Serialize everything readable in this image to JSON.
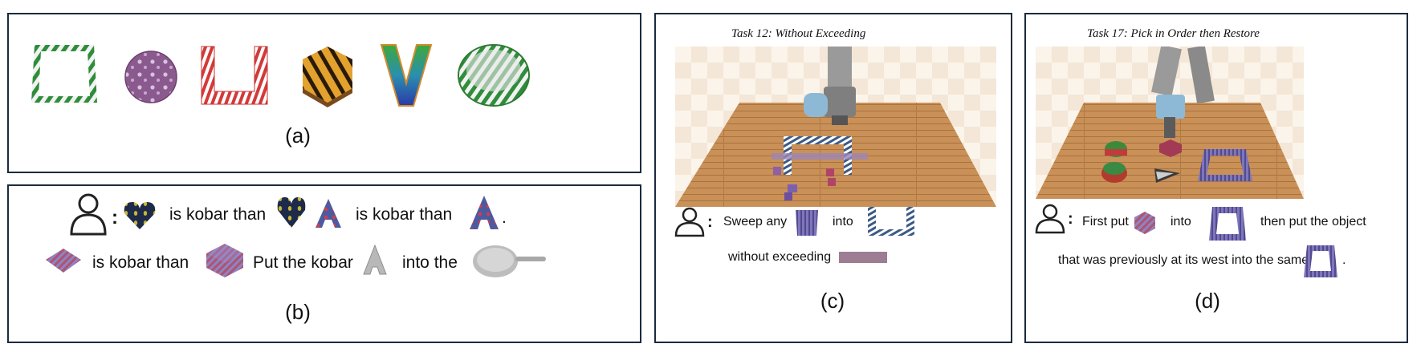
{
  "panels": {
    "a": {
      "caption": "(a)",
      "objects": [
        "green-white-square-frame",
        "purple-paisley-cylinder",
        "red-white-u-shape",
        "tiger-stripe-hexagon",
        "rainbow-letter-v",
        "green-white-bowl"
      ]
    },
    "b": {
      "caption": "(b)",
      "line1": {
        "text1": "is kobar than",
        "text2": "is kobar than",
        "period": "."
      },
      "line2": {
        "text1": "is kobar than",
        "text2": "Put the kobar",
        "text3": "into the"
      },
      "colon": ":"
    },
    "c": {
      "caption": "(c)",
      "title": "Task 12: Without Exceeding",
      "prompt": {
        "colon": ":",
        "text1": "Sweep any",
        "text2": "into",
        "text3": "without exceeding"
      }
    },
    "d": {
      "caption": "(d)",
      "title": "Task 17: Pick in Order then Restore",
      "prompt": {
        "colon": ":",
        "text1": "First put",
        "text2": "into",
        "text3": "then put the object",
        "text4": "that was previously at its west into the same",
        "period": "."
      }
    }
  },
  "colors": {
    "border": "#1c2a3e",
    "table_wood": "#c9935a",
    "robot_gray": "#9a9a9a",
    "purple_stripe": "#7a6fb0"
  }
}
